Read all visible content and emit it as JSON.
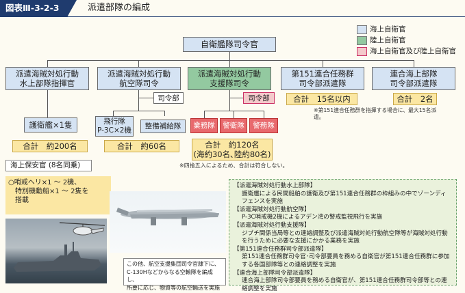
{
  "header": {
    "figure_no": "図表Ⅲ-3-2-3",
    "title": "派遣部隊の編成"
  },
  "legend": [
    {
      "label": "海上自衛官",
      "color": "#d5e3f3"
    },
    {
      "label": "陸上自衛官",
      "color": "#93c9a0"
    },
    {
      "label": "海上自衛官及び陸上自衛官",
      "color": "#f4c9cb"
    }
  ],
  "top": {
    "label": "自衛艦隊司令官"
  },
  "units": {
    "u1": {
      "label": "派遣海賊対処行動\n水上部隊指揮官",
      "sub": "護衛艦×1隻",
      "total": "合計　約200名"
    },
    "u2": {
      "label": "派遣海賊対処行動\n航空隊司令",
      "hq": "司令部",
      "sub1": "飛行隊\nP-3C×2機",
      "sub2": "整備補給隊",
      "total": "合計　約60名"
    },
    "u3": {
      "label": "派遣海賊対処行動\n支援隊司令",
      "hq": "司令部",
      "sub1": "業務隊",
      "sub2": "警衛隊",
      "sub3": "警務隊",
      "total": "合計　約120名\n(海約30名､陸約80名)"
    },
    "u4": {
      "label": "第151連合任務群\n司令部派遣隊",
      "total": "合計　15名以内"
    },
    "u5": {
      "label": "連合海上部隊\n司令部派遣隊",
      "total": "合計　2名"
    }
  },
  "notes": {
    "n4a": "※第151連合任務群を指揮する場合に、最大15名派遣。",
    "n3": "※四捨五入によるため、合計は符合しない。",
    "n1": "※第151連合任務群を指揮する場合に、最大15名派遣。"
  },
  "coast_guard": {
    "title": "海上保安官 (8名同乗)",
    "body": "○哨戒ヘリ×1 ～ 2機、\n　特別機動船×1 ～ 2隻を\n　搭載"
  },
  "info": [
    {
      "h": "【派遣海賊対処行動水上部隊】",
      "b": "護衛艦による民間船舶の護衛及び第151連合任務群の枠組みの中でゾーンディフェンスを実施"
    },
    {
      "h": "【派遣海賊対処行動航空隊】",
      "b": "P-3C哨戒機2機によるアデン湾の警戒監視飛行を実施"
    },
    {
      "h": "【派遣海賊対処行動支援隊】",
      "b": "ジブチ関係当局等との連絡調整及び派遣海賊対処行動航空隊等が海賊対処行動を行うために必要な支援にかかる業務を実施"
    },
    {
      "h": "【第151連合任務群司令部派遣隊】",
      "b": "第151連合任務群司令官･司令部要員を務める自衛官が第151連合任務群に参加する各国部隊等との連絡調整を実施"
    },
    {
      "h": "【連合海上部隊司令部派遣隊】",
      "b": "連合海上部隊司令部要員を務める自衛官が、第151連合任務群司令部等との連絡調整を実施"
    }
  ],
  "photo_caption": "この他、航空支援集団司令官隷下に、\nC-130Hなどからなる空輸隊を編成し、\n所要に応じ、物資等の航空輸送を実施"
}
